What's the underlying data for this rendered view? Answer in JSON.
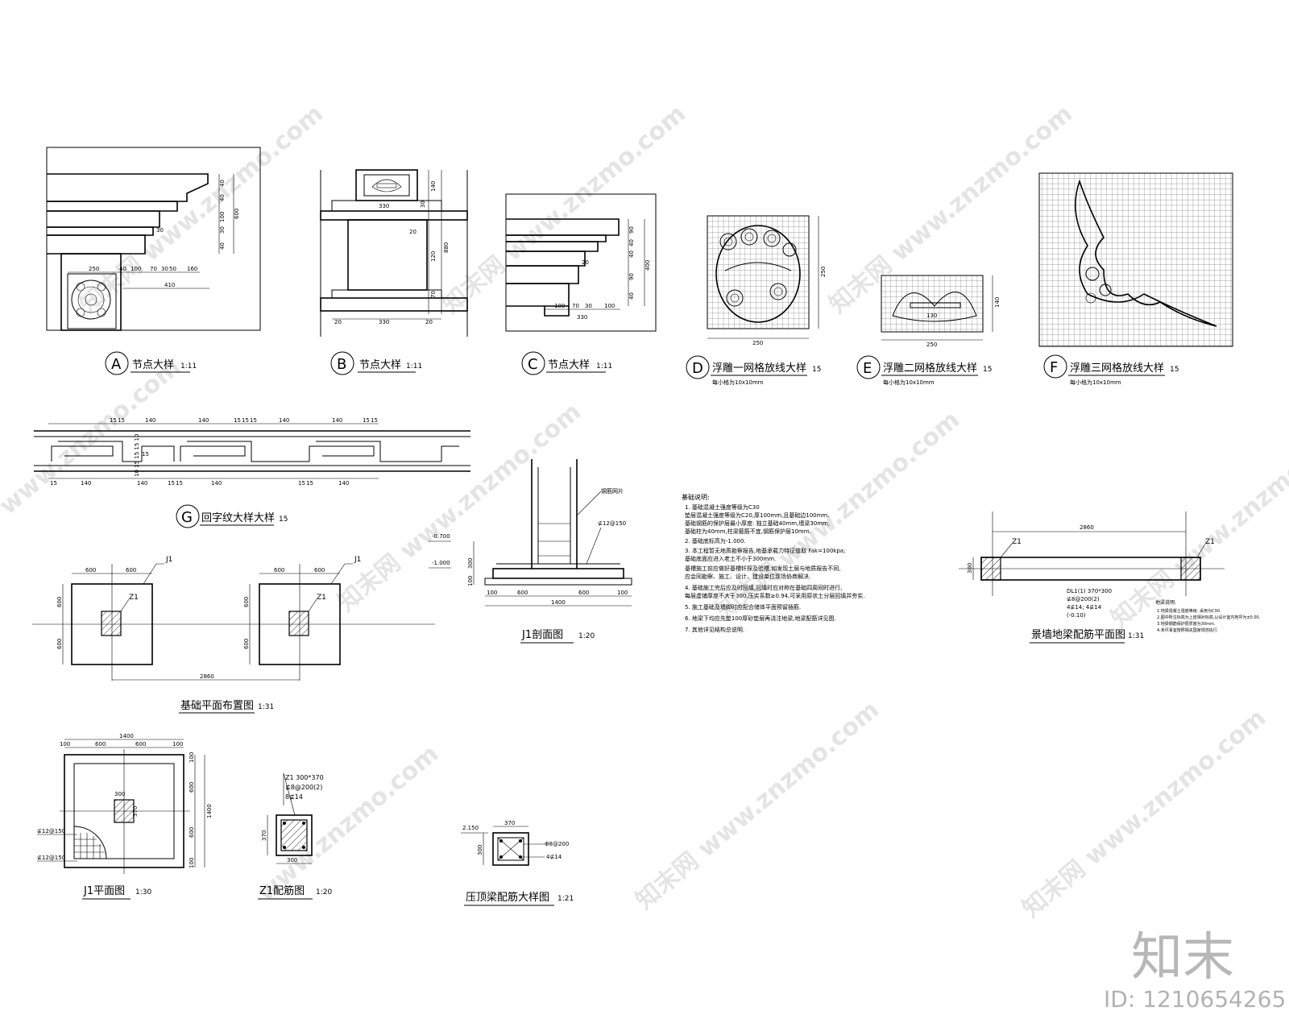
{
  "watermark": {
    "site": "www.znzmo.com",
    "brand": "知末网"
  },
  "logo": {
    "text": "知末",
    "id_text": "ID: 1210654265"
  },
  "details": {
    "A": {
      "letter": "A",
      "title": "节点大样",
      "scale": "1:11",
      "dims_h": [
        "250",
        "40",
        "100",
        "70",
        "30",
        "50",
        "160",
        "410"
      ],
      "dims_v": [
        "40",
        "40",
        "100",
        "30",
        "40",
        "600"
      ],
      "tag": "30"
    },
    "B": {
      "letter": "B",
      "title": "节点大样",
      "scale": "1:11",
      "dims_v": [
        "140",
        "30",
        "880",
        "120",
        "70"
      ],
      "dims_h": [
        "20",
        "330",
        "20"
      ],
      "top": "330",
      "mid": "20",
      "left": "20"
    },
    "C": {
      "letter": "C",
      "title": "节点大样",
      "scale": "1:11",
      "dims_v": [
        "90",
        "40",
        "40",
        "400",
        "90",
        "40"
      ],
      "dims_h": [
        "100",
        "70",
        "30",
        "100",
        "330"
      ],
      "tag": "20"
    },
    "D": {
      "letter": "D",
      "title": "浮雕一网格放线大样",
      "scale": "15",
      "w": "250",
      "h": "250",
      "note": "每小格为10x10mm"
    },
    "E": {
      "letter": "E",
      "title": "浮雕二网格放线大样",
      "scale": "15",
      "w": "250",
      "h": "140",
      "inner": "130",
      "note": "每小格为10x10mm"
    },
    "F": {
      "letter": "F",
      "title": "浮雕三网格放线大样",
      "scale": "15",
      "note": "每小格为10x10mm"
    },
    "G": {
      "letter": "G",
      "title": "回字纹大样大样",
      "scale": "15",
      "top_dims": [
        "15",
        "15",
        "140",
        "140",
        "15",
        "15",
        "15",
        "140",
        "140",
        "15",
        "15"
      ],
      "bottom_dims": [
        "15",
        "140",
        "140",
        "15",
        "15",
        "140",
        "15",
        "15",
        "140"
      ],
      "side": "10 15 15 15 10",
      "mid": "15"
    }
  },
  "foundation_plan": {
    "title": "基础平面布置图",
    "scale": "1:31",
    "j1": "J1",
    "z1": "Z1",
    "d600": "600",
    "d2860": "2860"
  },
  "j1_section": {
    "title": "J1剖面图",
    "scale": "1:20",
    "elev1": "-0.700",
    "elev2": "-1.000",
    "d300": "300",
    "d100": "100",
    "d600": "600",
    "d1400": "1400",
    "rebar": "⊈12@150",
    "label": "钢筋网片"
  },
  "notes": {
    "title": "基础说明:",
    "lines": [
      "1.  基础混凝土强度等级为C30",
      "    垫层混凝土强度等级为C20,厚100mm,且基础边100mm.",
      "    基础钢筋的保护层最小厚度: 独立基础40mm,墙梁30mm,",
      "    基础柱为40mm,柱梁箍筋不宜,钢筋保护层10mm.",
      "2.  基础底标高为-1.000.",
      "3.  本工程暂无地质勘察报告,地基承载力特征值取 Fak=100kpa;",
      "    基础底面应进入老土不小于300mm.",
      "    基槽施工前应做好基槽钎探及验槽,如发现土层与地质报告不同,",
      "    应会同勘察、施工、设计、建设单位现场协商解决.",
      "4.  基础施工完后应及时回填,回填时应对称在基础四周同时进行,",
      "    每层虚铺厚度不大于300,压实系数≥0.94,可采用原状土分层回填并夯实.",
      "5.  施工基础及墙脚时应配合储体平面预留插筋.",
      "6.  地梁下均应先垫100厚砂垫层再浇注地梁,地梁配筋详见图.",
      "7.  其他详见结构总说明."
    ]
  },
  "beam_plan": {
    "title": "景墙地梁配筋平面图",
    "scale": "1:31",
    "span": "2860",
    "h": "300",
    "z1": "Z1",
    "callout": [
      "DL1(1) 370*300",
      "⊈8@200(2)",
      "4⊈14; 4⊈14",
      "(-0.10)"
    ],
    "notes_title": "地梁说明:",
    "notes": [
      "1.地梁混凝土强度等级: 采用为C30.",
      "2.图中所注标高为上皮相对标高,以设计室内地坪为±0.00.",
      "3.地梁钢筋保护层厚度为30mm.",
      "4.未尽事宜按照相关国家规范执行."
    ]
  },
  "j1_plan": {
    "title": "J1平面图",
    "scale": "1:30",
    "d1400": "1400",
    "d100": "100",
    "d600": "600",
    "d370": "370",
    "d300": "300",
    "d1400v": "1400",
    "rebar1": "⊈12@150",
    "rebar2": "⊈12@150"
  },
  "z1_rebar": {
    "title": "Z1配筋图",
    "scale": "1:20",
    "lines": [
      "Z1  300*370",
      "⊈8@200(2)",
      "8⊈14"
    ],
    "d370": "370",
    "d300": "300"
  },
  "cap_beam": {
    "title": "压顶梁配筋大样图",
    "scale": "1:21",
    "elev": "2.150",
    "w": "370",
    "h": "300",
    "stirrup": "Φ8@200",
    "bars": "4⊈14"
  }
}
